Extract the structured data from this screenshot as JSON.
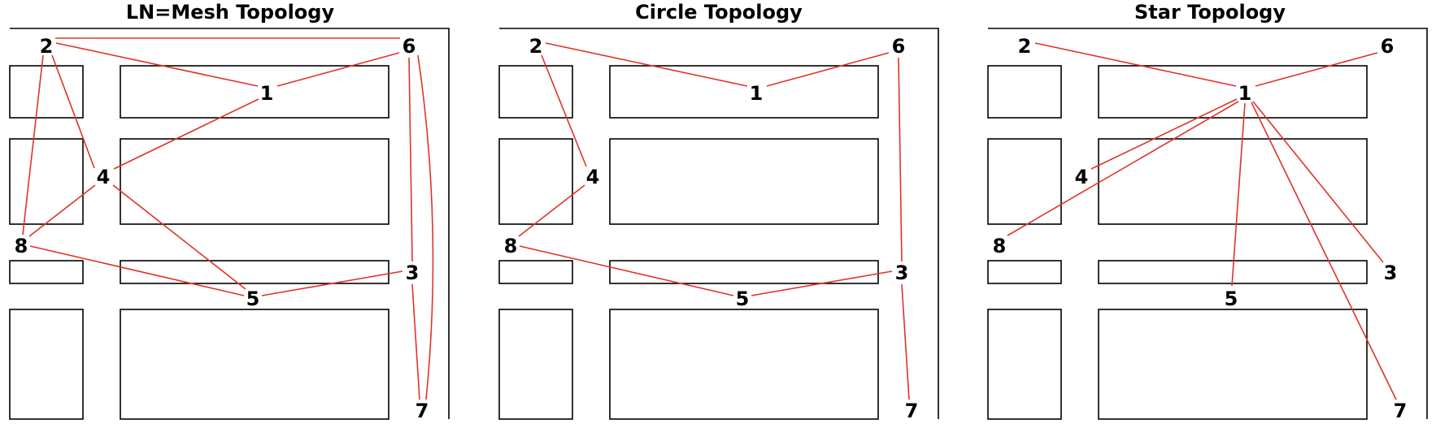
{
  "panels": [
    {
      "title": "LN=Mesh Topology",
      "nodes": [
        "1",
        "2",
        "3",
        "4",
        "5",
        "6",
        "7",
        "8"
      ],
      "links": [
        [
          "2",
          "6"
        ],
        [
          "2",
          "1"
        ],
        [
          "6",
          "1"
        ],
        [
          "2",
          "4"
        ],
        [
          "2",
          "8"
        ],
        [
          "1",
          "4"
        ],
        [
          "4",
          "8"
        ],
        [
          "4",
          "5"
        ],
        [
          "8",
          "5"
        ],
        [
          "5",
          "3"
        ],
        [
          "6",
          "3"
        ],
        [
          "3",
          "7"
        ],
        [
          "6",
          "7"
        ]
      ]
    },
    {
      "title": "Circle Topology",
      "nodes": [
        "1",
        "2",
        "3",
        "4",
        "5",
        "6",
        "7",
        "8"
      ],
      "links": [
        [
          "2",
          "1"
        ],
        [
          "1",
          "6"
        ],
        [
          "2",
          "4"
        ],
        [
          "4",
          "8"
        ],
        [
          "8",
          "5"
        ],
        [
          "5",
          "3"
        ],
        [
          "6",
          "3"
        ],
        [
          "3",
          "7"
        ]
      ]
    },
    {
      "title": "Star Topology",
      "nodes": [
        "1",
        "2",
        "3",
        "4",
        "5",
        "6",
        "7",
        "8"
      ],
      "links": [
        [
          "1",
          "2"
        ],
        [
          "1",
          "6"
        ],
        [
          "1",
          "4"
        ],
        [
          "1",
          "8"
        ],
        [
          "1",
          "5"
        ],
        [
          "1",
          "3"
        ],
        [
          "1",
          "7"
        ]
      ]
    }
  ],
  "colors": {
    "link": "#e0322a",
    "outline": "#000000",
    "background": "#ffffff"
  }
}
